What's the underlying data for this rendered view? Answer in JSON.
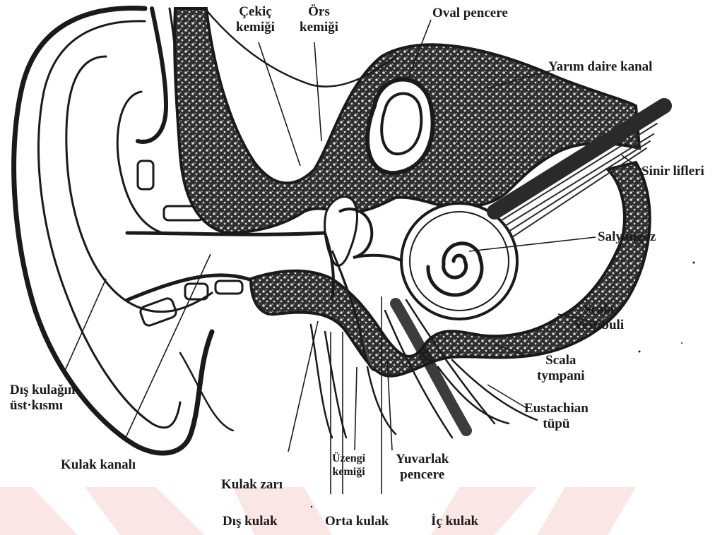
{
  "labels": {
    "cekic": [
      "Çekiç",
      "kemiği"
    ],
    "ors": [
      "Örs",
      "kemiği"
    ],
    "oval": "Oval pencere",
    "yarim": "Yarım daire kanal",
    "sinir": "Sinir lifleri",
    "salyangoz": "Salyangoz",
    "vestibuli": [
      "Scala",
      "Vestibuli"
    ],
    "tympani": [
      "Scala",
      "tympani"
    ],
    "eustachian": [
      "Eustachian",
      "tüpü"
    ],
    "dis_ust": [
      "Dış kulağın",
      "üst·kısmı"
    ],
    "kulak_kanali": "Kulak kanalı",
    "kulak_zari": "Kulak zarı",
    "uzengi": [
      "Üzengi",
      "kemiği"
    ],
    "yuvarlak": [
      "Yuvarlak",
      "pencere"
    ]
  },
  "regions": {
    "dis": "Dış kulak",
    "orta": "Orta kulak",
    "ic": "İç kulak"
  },
  "colors": {
    "ink": "#1a1a1a",
    "bone": "#3a3a3a",
    "watermark": "#fbe6e6"
  }
}
